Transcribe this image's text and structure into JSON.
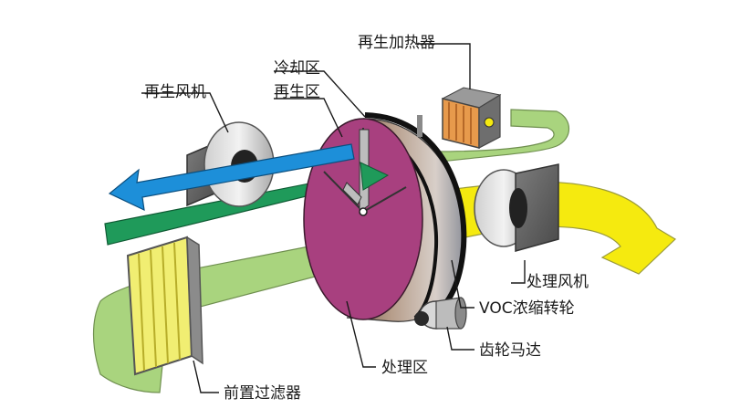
{
  "labels": {
    "regen_heater": "再生加热器",
    "cooling_zone": "冷却区",
    "regen_fan": "再生风机",
    "regen_zone": "再生区",
    "process_fan": "处理风机",
    "voc_wheel": "VOC浓缩转轮",
    "gear_motor": "齿轮马达",
    "process_zone": "处理区",
    "pre_filter": "前置过滤器"
  },
  "colors": {
    "process_air": "#a9d47e",
    "clean_air": "#f5ea0f",
    "regen_air": "#1f9a5a",
    "exhaust_air": "#1d8fd9",
    "wheel_face": "#a8407f",
    "heater": "#e79a4c",
    "filter": "#f1ee72"
  }
}
